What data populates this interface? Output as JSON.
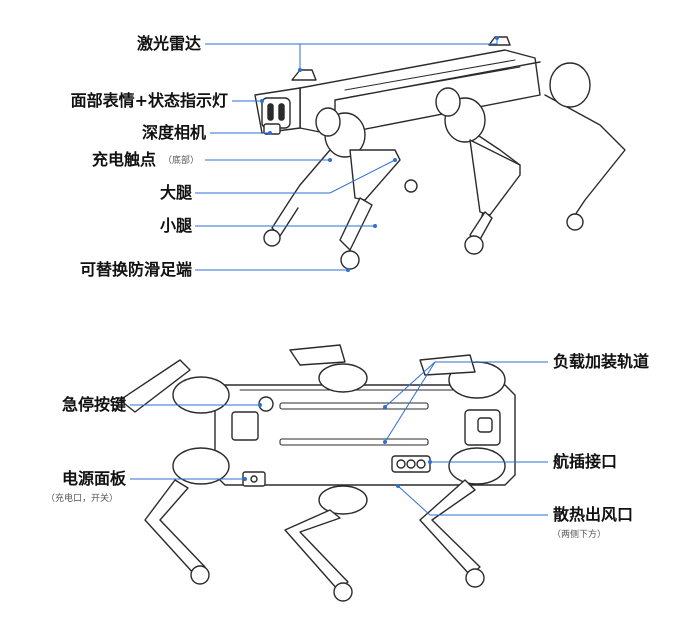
{
  "colors": {
    "leader": "#2f6fd6",
    "outline": "#2b2b2b",
    "label": "#111111",
    "sub": "#555555"
  },
  "top_labels": {
    "lidar": "激光雷达",
    "face_display": "面部表情+状态指示灯",
    "depth_camera": "深度相机",
    "charge_contact": "充电触点",
    "charge_contact_note": "（底部）",
    "thigh": "大腿",
    "shank": "小腿",
    "foot": "可替换防滑足端"
  },
  "bottom_labels": {
    "payload_rail": "负载加装轨道",
    "estop": "急停按键",
    "aviation_port": "航插接口",
    "power_panel": "电源面板",
    "power_panel_note": "（充电口，开关）",
    "vent": "散热出风口",
    "vent_note": "（两侧下方）"
  }
}
